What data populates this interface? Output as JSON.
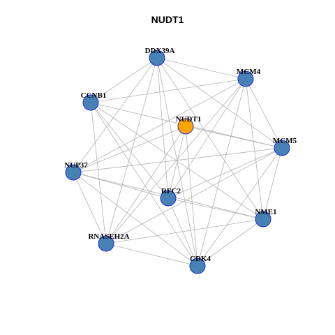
{
  "title": "NUDT1",
  "colors": {
    "node_fill": "#4682b4",
    "center_fill": "#ffa500",
    "node_stroke": "#1f2bd6",
    "edge": "#b3b3b3"
  },
  "nodes": [
    {
      "id": "DDX39A",
      "center": false
    },
    {
      "id": "MCM4",
      "center": false
    },
    {
      "id": "CCNB1",
      "center": false
    },
    {
      "id": "NUDT1",
      "center": true
    },
    {
      "id": "MCM5",
      "center": false
    },
    {
      "id": "NUP37",
      "center": false
    },
    {
      "id": "RFC2",
      "center": false
    },
    {
      "id": "NME1",
      "center": false
    },
    {
      "id": "RNASEH2A",
      "center": false
    },
    {
      "id": "CDK4",
      "center": false
    }
  ],
  "edges": [
    [
      "DDX39A",
      "MCM4"
    ],
    [
      "DDX39A",
      "CCNB1"
    ],
    [
      "DDX39A",
      "MCM5"
    ],
    [
      "DDX39A",
      "NUP37"
    ],
    [
      "DDX39A",
      "RFC2"
    ],
    [
      "DDX39A",
      "NME1"
    ],
    [
      "DDX39A",
      "RNASEH2A"
    ],
    [
      "DDX39A",
      "CDK4"
    ],
    [
      "MCM4",
      "CCNB1"
    ],
    [
      "MCM4",
      "NUP37"
    ],
    [
      "MCM4",
      "MCM5"
    ],
    [
      "MCM4",
      "RFC2"
    ],
    [
      "MCM4",
      "NME1"
    ],
    [
      "MCM4",
      "RNASEH2A"
    ],
    [
      "MCM4",
      "CDK4"
    ],
    [
      "CCNB1",
      "MCM5"
    ],
    [
      "CCNB1",
      "RFC2"
    ],
    [
      "CCNB1",
      "NME1"
    ],
    [
      "CCNB1",
      "RNASEH2A"
    ],
    [
      "CCNB1",
      "CDK4"
    ],
    [
      "NUDT1",
      "MCM5"
    ],
    [
      "NUDT1",
      "NUP37"
    ],
    [
      "NUDT1",
      "RFC2"
    ],
    [
      "NUDT1",
      "RNASEH2A"
    ],
    [
      "NUDT1",
      "CDK4"
    ],
    [
      "MCM5",
      "NUP37"
    ],
    [
      "MCM5",
      "RFC2"
    ],
    [
      "MCM5",
      "NME1"
    ],
    [
      "MCM5",
      "RNASEH2A"
    ],
    [
      "MCM5",
      "CDK4"
    ],
    [
      "NUP37",
      "RFC2"
    ],
    [
      "NUP37",
      "NME1"
    ],
    [
      "NUP37",
      "RNASEH2A"
    ],
    [
      "NUP37",
      "CDK4"
    ],
    [
      "RFC2",
      "NME1"
    ],
    [
      "RFC2",
      "CDK4"
    ],
    [
      "NME1",
      "RNASEH2A"
    ],
    [
      "NME1",
      "CDK4"
    ],
    [
      "RNASEH2A",
      "CDK4"
    ]
  ]
}
